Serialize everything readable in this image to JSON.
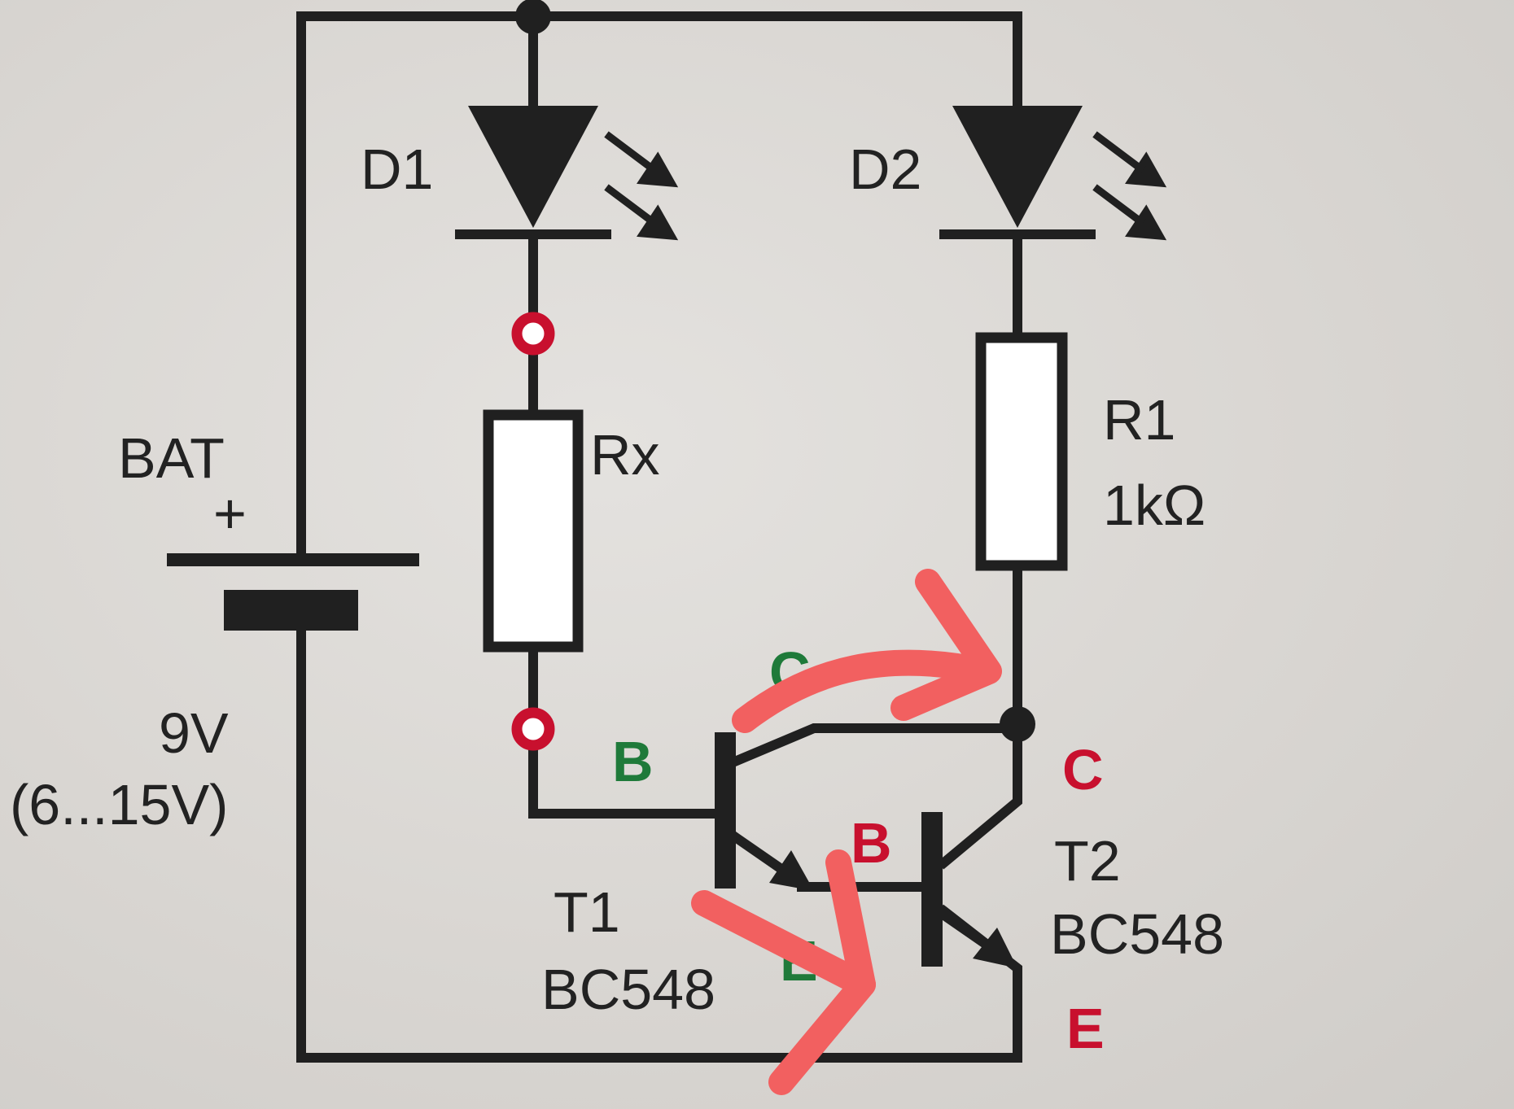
{
  "labels": {
    "d1": "D1",
    "d2": "D2",
    "rx": "Rx",
    "r1_name": "R1",
    "r1_value": "1kΩ",
    "bat": "BAT",
    "bat_plus": "+",
    "bat_voltage": "9V",
    "bat_range": "(6...15V)",
    "t1_name": "T1",
    "t1_part": "BC548",
    "t2_name": "T2",
    "t2_part": "BC548",
    "t1_base": "B",
    "t1_collector": "C",
    "t1_emitter": "E",
    "t2_base": "B",
    "t2_collector": "C",
    "t2_emitter": "E"
  },
  "colors": {
    "wire": "#202020",
    "test_terminal": "#c8102e",
    "t1_pin_labels": "#1f7a3a",
    "t2_pin_labels": "#c8102e",
    "annotation_arrows": "#f26060"
  }
}
